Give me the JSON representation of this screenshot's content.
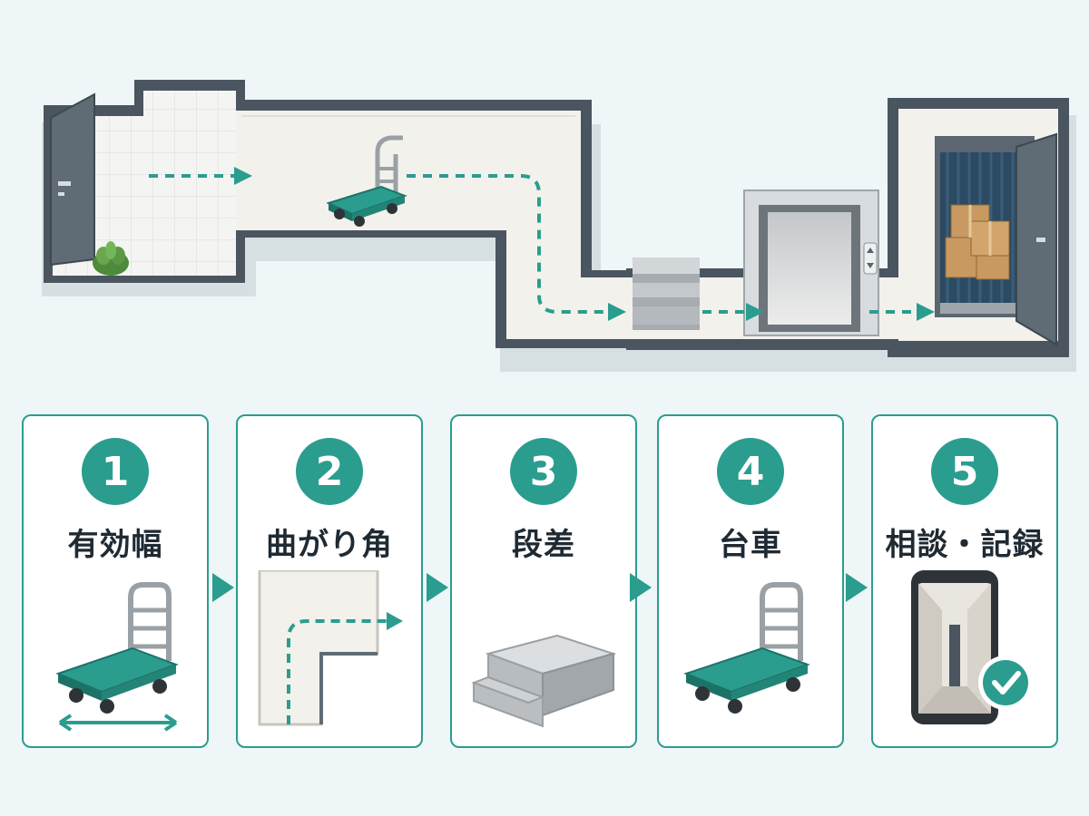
{
  "colors": {
    "accent": "#2a9d8f",
    "wall": "#4a5560",
    "floor": "#f3f1ec",
    "background": "#eef6f8"
  },
  "steps": [
    {
      "number": "1",
      "label": "有効幅",
      "illustration": "cart-width-icon"
    },
    {
      "number": "2",
      "label": "曲がり角",
      "illustration": "corner-icon"
    },
    {
      "number": "3",
      "label": "段差",
      "illustration": "step-icon"
    },
    {
      "number": "4",
      "label": "台車",
      "illustration": "cart-icon"
    },
    {
      "number": "5",
      "label": "相談・記録",
      "illustration": "phone-check-icon"
    }
  ]
}
